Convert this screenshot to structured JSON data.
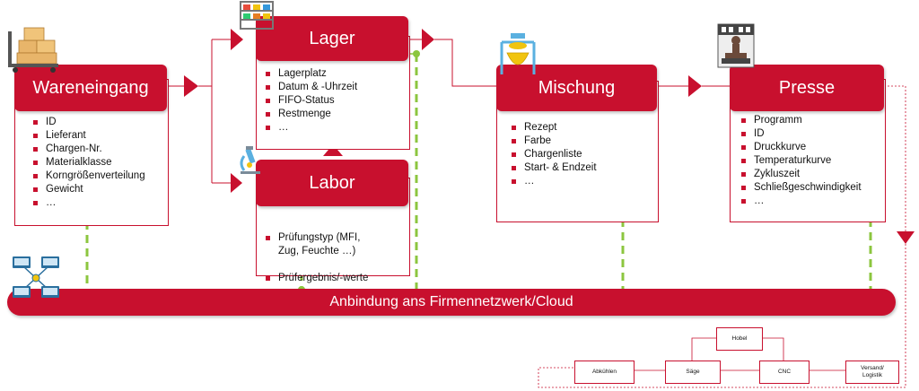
{
  "stations": {
    "wareneingang": {
      "title": "Wareneingang",
      "items": [
        "ID",
        "Lieferant",
        "Chargen-Nr.",
        "Materialklasse",
        "Korngrößenverteilung",
        "Gewicht",
        "…"
      ]
    },
    "lager": {
      "title": "Lager",
      "items": [
        "Lagerplatz",
        "Datum & -Uhrzeit",
        "FIFO-Status",
        "Restmenge",
        "…"
      ]
    },
    "labor": {
      "title": "Labor",
      "items": [
        "Prüfungstyp (MFI,\nZug, Feuchte …)",
        "Prüfergebnis/-werte",
        "…"
      ]
    },
    "mischung": {
      "title": "Mischung",
      "items": [
        "Rezept",
        "Farbe",
        "Chargenliste",
        "Start- & Endzeit",
        "…"
      ]
    },
    "presse": {
      "title": "Presse",
      "items": [
        "Programm",
        "ID",
        "Druckkurve",
        "Temperaturkurve",
        "Zykluszeit",
        "Schließgeschwindigkeit",
        "…"
      ]
    }
  },
  "network_bar": {
    "label": "Anbindung ans Firmennetzwerk/Cloud"
  },
  "downstream": {
    "hobel": "Hobel",
    "abkuehlen": "Abkühlen",
    "saege": "Säge",
    "cnc": "CNC",
    "versand": "Versand/\nLogistik"
  },
  "icons": [
    "pallet-jack-icon",
    "warehouse-shelf-icon",
    "microscope-icon",
    "mixer-icon",
    "press-machine-icon",
    "network-computers-icon"
  ],
  "colors": {
    "accent": "#c8102e",
    "dashed": "#8cc63f"
  }
}
